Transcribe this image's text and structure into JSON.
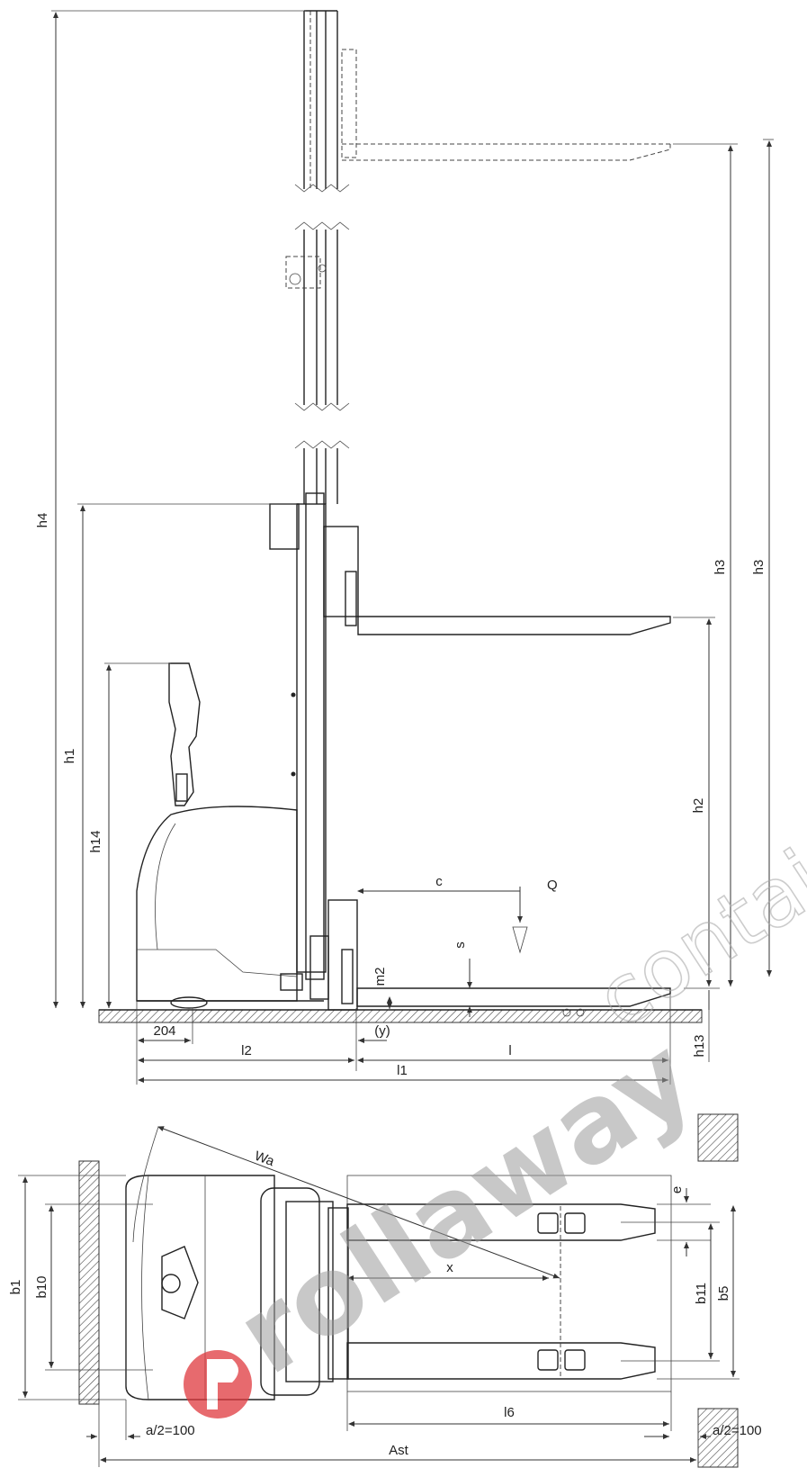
{
  "labels": {
    "h4": "h4",
    "h1": "h1",
    "h14": "h14",
    "h3": "h3",
    "h_top": "h3",
    "h2": "h2",
    "h13": "h13",
    "c": "c",
    "Q": "Q",
    "s": "s",
    "m2": "m2",
    "y": "(y)",
    "d204": "204",
    "l2": "l2",
    "l": "l",
    "l1": "l1",
    "Wa": "Wa",
    "e": "e",
    "b1": "b1",
    "b10": "b10",
    "x": "x",
    "b11": "b11",
    "b5": "b5",
    "l6": "l6",
    "a2_left": "a/2=100",
    "a2_right": "a/2=100",
    "Ast": "Ast"
  },
  "watermark": {
    "brand_bold": "rollaway",
    "brand_light": "contain",
    "brand_color": "#e0393e"
  }
}
